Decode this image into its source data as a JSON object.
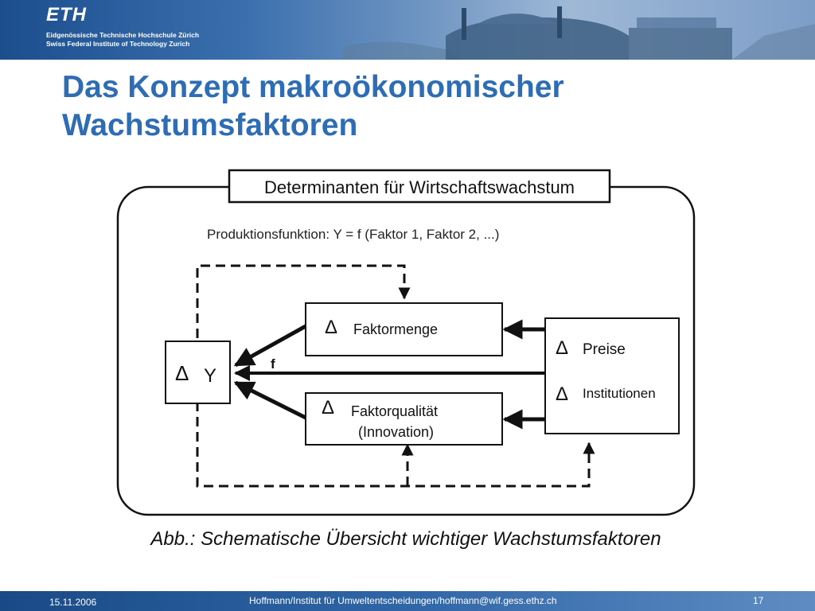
{
  "header": {
    "logo": "ETH",
    "institution_de": "Eidgenössische Technische Hochschule Zürich",
    "institution_en": "Swiss Federal Institute of Technology Zurich"
  },
  "title": {
    "line1": "Das Konzept makroökonomischer",
    "line2": "Wachstumsfaktoren"
  },
  "diagram": {
    "box_title": "Determinanten für Wirtschaftswachstum",
    "production_function": "Produktionsfunktion: Y = f (Faktor 1, Faktor 2, ...)",
    "delta": "Δ",
    "output_label": "Y",
    "faktormenge": "Faktormenge",
    "faktorqualitaet": "Faktorqualität",
    "innovation": "(Innovation)",
    "preise": "Preise",
    "institutionen": "Institutionen",
    "f_label": "f"
  },
  "caption": "Abb.: Schematische Übersicht wichtiger Wachstumsfaktoren",
  "footer": {
    "date": "15.11.2006",
    "author": "Hoffmann/Institut für Umweltentscheidungen/hoffmann@wif.gess.ethz.ch",
    "page": "17"
  }
}
